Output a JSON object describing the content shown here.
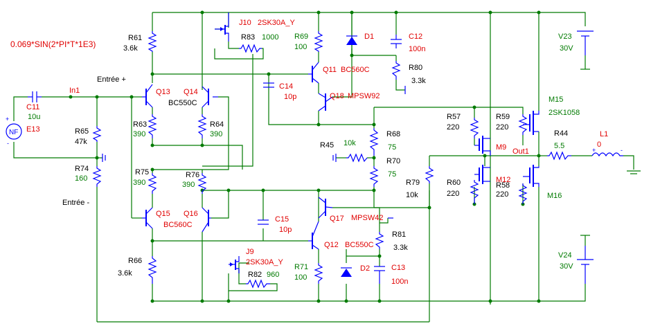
{
  "source_expr": "0.069*SIN(2*PI*T*1E3)",
  "nodes": {
    "in1": "In1",
    "entree_plus": "Entrée +",
    "entree_minus": "Entrée -",
    "out1": "Out1"
  },
  "components": {
    "C11": {
      "ref": "C11",
      "value": "10u"
    },
    "E13": {
      "ref": "E13",
      "symbol": "NF"
    },
    "R65": {
      "ref": "R65",
      "value": "47k"
    },
    "R74": {
      "ref": "R74",
      "value": "160"
    },
    "R61": {
      "ref": "R61",
      "value": "3.6k"
    },
    "R66": {
      "ref": "R66",
      "value": "3.6k"
    },
    "Q13": {
      "ref": "Q13"
    },
    "Q14": {
      "ref": "Q14",
      "model": "BC550C"
    },
    "Q15": {
      "ref": "Q15"
    },
    "Q16": {
      "ref": "Q16",
      "model": "BC560C"
    },
    "R63": {
      "ref": "R63",
      "value": "390"
    },
    "R64": {
      "ref": "R64",
      "value": "390"
    },
    "R75": {
      "ref": "R75",
      "value": "390"
    },
    "R76": {
      "ref": "R76",
      "value": "390"
    },
    "J10": {
      "ref": "J10",
      "model": "2SK30A_Y"
    },
    "R83": {
      "ref": "R83",
      "value": "1000"
    },
    "J9": {
      "ref": "J9",
      "model": "2SK30A_Y"
    },
    "R82": {
      "ref": "R82",
      "value": "960"
    },
    "R69": {
      "ref": "R69",
      "value": "100"
    },
    "Q11": {
      "ref": "Q11",
      "model": "BC560C"
    },
    "D1": {
      "ref": "D1"
    },
    "C12": {
      "ref": "C12",
      "value": "100n"
    },
    "R80": {
      "ref": "R80",
      "value": "3.3k"
    },
    "C14": {
      "ref": "C14",
      "value": "10p"
    },
    "Q18": {
      "ref": "Q18",
      "model": "MPSW92"
    },
    "R68": {
      "ref": "R68",
      "value": "75"
    },
    "R45": {
      "ref": "R45",
      "value": "10k"
    },
    "R70": {
      "ref": "R70",
      "value": "75"
    },
    "C15": {
      "ref": "C15",
      "value": "10p"
    },
    "Q17": {
      "ref": "Q17",
      "model": "MPSW42"
    },
    "R81": {
      "ref": "R81",
      "value": "3.3k"
    },
    "Q12": {
      "ref": "Q12",
      "model": "BC550C"
    },
    "R71": {
      "ref": "R71",
      "value": "100"
    },
    "D2": {
      "ref": "D2"
    },
    "C13": {
      "ref": "C13",
      "value": "100n"
    },
    "R57": {
      "ref": "R57",
      "value": "220"
    },
    "R59": {
      "ref": "R59",
      "value": "220"
    },
    "M9": {
      "ref": "M9"
    },
    "R60": {
      "ref": "R60",
      "value": "220"
    },
    "M12": {
      "ref": "M12"
    },
    "R58": {
      "ref": "R58",
      "value": "220"
    },
    "R79": {
      "ref": "R79",
      "value": "10k"
    },
    "M15": {
      "ref": "M15",
      "model": "2SK1058"
    },
    "M16": {
      "ref": "M16"
    },
    "R44": {
      "ref": "R44",
      "value": "5.5"
    },
    "L1": {
      "ref": "L1",
      "value": "0"
    },
    "V23": {
      "ref": "V23",
      "value": "30V"
    },
    "V24": {
      "ref": "V24",
      "value": "30V"
    }
  }
}
